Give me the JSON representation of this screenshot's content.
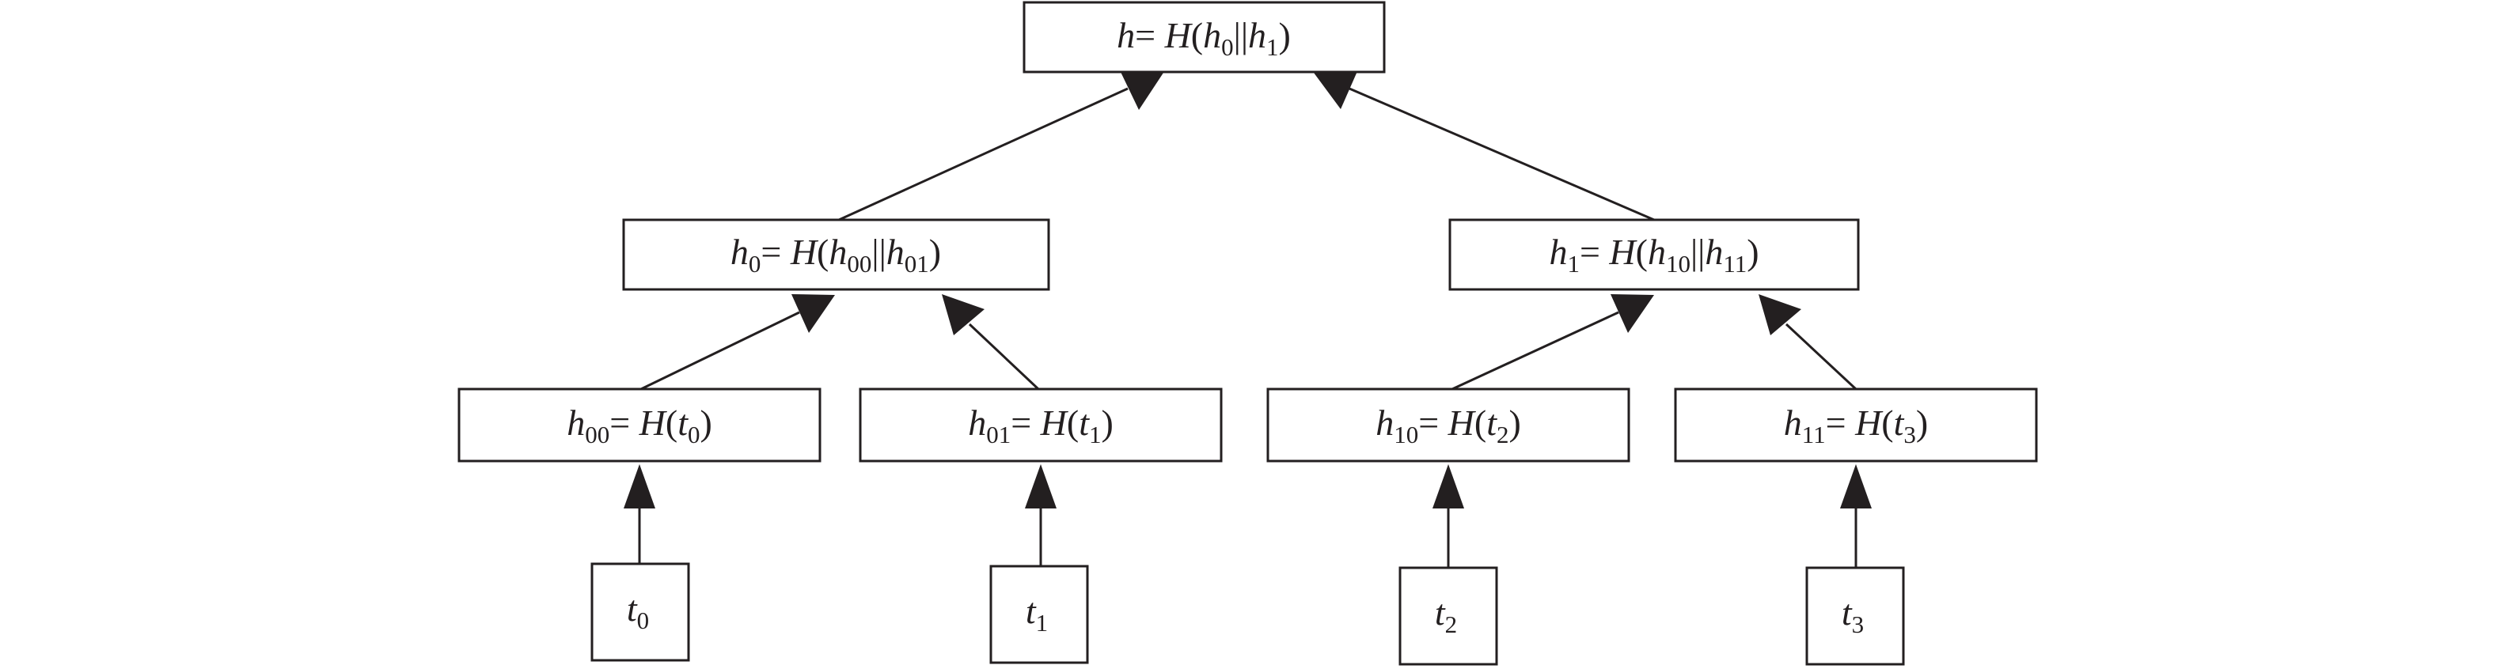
{
  "nodes": {
    "root": {
      "h": "h",
      "eq": "= ",
      "H": "H",
      "paren_open": "(",
      "a": "h",
      "a_sub": "0",
      "bars": "||",
      "b": "h",
      "b_sub": "1",
      "paren_close": ")"
    },
    "h0": {
      "h": "h",
      "h_sub": "0",
      "eq": "= ",
      "H": "H",
      "paren_open": "(",
      "a": "h",
      "a_sub": "00",
      "bars": "||",
      "b": "h",
      "b_sub": "01",
      "paren_close": ")"
    },
    "h1": {
      "h": "h",
      "h_sub": "1",
      "eq": "= ",
      "H": "H",
      "paren_open": "(",
      "a": "h",
      "a_sub": "10",
      "bars": "||",
      "b": "h",
      "b_sub": "11",
      "paren_close": ")"
    },
    "h00": {
      "h": "h",
      "h_sub": "00",
      "eq": "= ",
      "H": "H",
      "paren_open": "(",
      "t": "t",
      "t_sub": "0",
      "paren_close": ")"
    },
    "h01": {
      "h": "h",
      "h_sub": "01",
      "eq": "= ",
      "H": "H",
      "paren_open": "(",
      "t": "t",
      "t_sub": "1",
      "paren_close": ")"
    },
    "h10": {
      "h": "h",
      "h_sub": "10",
      "eq": "= ",
      "H": "H",
      "paren_open": "(",
      "t": "t",
      "t_sub": "2",
      "paren_close": ")"
    },
    "h11": {
      "h": "h",
      "h_sub": "11",
      "eq": "= ",
      "H": "H",
      "paren_open": "(",
      "t": "t",
      "t_sub": "3",
      "paren_close": ")"
    },
    "t0": {
      "t": "t",
      "t_sub": "0"
    },
    "t1": {
      "t": "t",
      "t_sub": "1"
    },
    "t2": {
      "t": "t",
      "t_sub": "2"
    },
    "t3": {
      "t": "t",
      "t_sub": "3"
    }
  },
  "colors": {
    "stroke": "#231f20",
    "background": "#ffffff"
  }
}
